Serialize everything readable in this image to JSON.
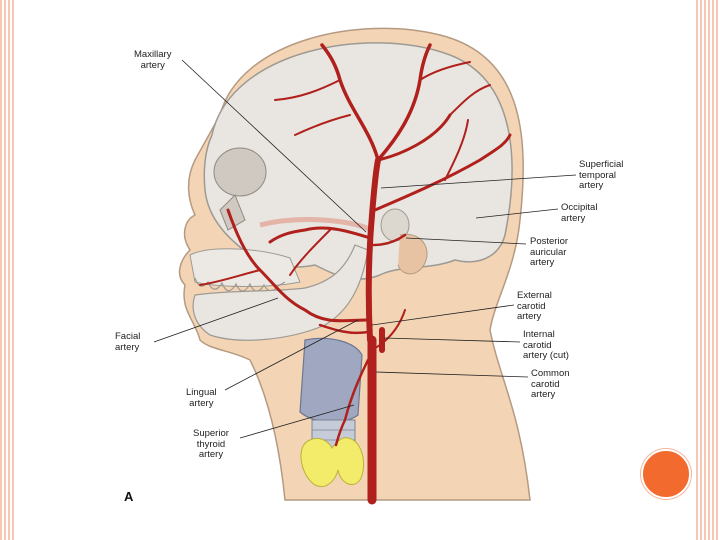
{
  "figure": {
    "panel_letter": "A",
    "labels": {
      "maxillary": [
        "Maxillary",
        "artery"
      ],
      "superficial_temporal": [
        "Superficial",
        "temporal",
        "artery"
      ],
      "occipital": [
        "Occipital",
        "artery"
      ],
      "posterior_auricular": [
        "Posterior",
        "auricular",
        "artery"
      ],
      "external_carotid": [
        "External",
        "carotid",
        "artery"
      ],
      "internal_carotid": [
        "Internal",
        "carotid",
        "artery (cut)"
      ],
      "common_carotid": [
        "Common",
        "carotid",
        "artery"
      ],
      "facial": [
        "Facial",
        "artery"
      ],
      "lingual": [
        "Lingual",
        "artery"
      ],
      "superior_thyroid": [
        "Superior",
        "thyroid",
        "artery"
      ]
    }
  },
  "colors": {
    "accent_border": "#f6c7b5",
    "bullet": "#f26a2e",
    "artery": "#b0201c",
    "skull": "#e9e6e1",
    "skin": "#f3d5b6"
  }
}
